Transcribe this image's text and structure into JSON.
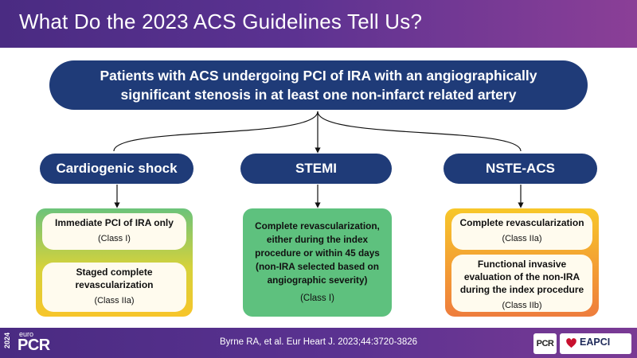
{
  "header": {
    "title": "What Do the 2023 ACS Guidelines Tell Us?"
  },
  "top_box": {
    "line1": "Patients with ACS undergoing PCI of IRA with an angiographically",
    "line2": "significant stenosis in at least one non-infarct related artery"
  },
  "categories": {
    "shock": "Cardiogenic shock",
    "stemi": "STEMI",
    "nste": "NSTE-ACS"
  },
  "shock_panel": {
    "rec1": "Immediate PCI of IRA only",
    "rec1_class": "(Class I)",
    "rec2_line1": "Staged complete",
    "rec2_line2": "revascularization",
    "rec2_class": "(Class IIa)"
  },
  "stemi_panel": {
    "line1": "Complete revascularization,",
    "line2": "either during the index",
    "line3": "procedure or within 45 days",
    "line4": "(non-IRA selected based on",
    "line5": "angiographic severity)",
    "class": "(Class I)"
  },
  "nste_panel": {
    "rec1": "Complete revascularization",
    "rec1_class": "(Class IIa)",
    "rec2_line1": "Functional invasive",
    "rec2_line2": "evaluation of the non-IRA",
    "rec2_line3": "during the index procedure",
    "rec2_class": "(Class IIb)"
  },
  "footer": {
    "citation": "Byrne RA, et al. Eur Heart J. 2023;44:3720-3826",
    "logo_year": "2024",
    "logo_prefix": "euro",
    "logo_name": "PCR",
    "badge_pcr": "PCR",
    "badge_eapci": "EAPCI"
  },
  "colors": {
    "header_purple": "#5b3291",
    "navy": "#1f3b78",
    "green": "#5ec17e",
    "yellow": "#f7c52a",
    "orange": "#ee7d3d"
  },
  "icons": [
    "heart-icon"
  ]
}
